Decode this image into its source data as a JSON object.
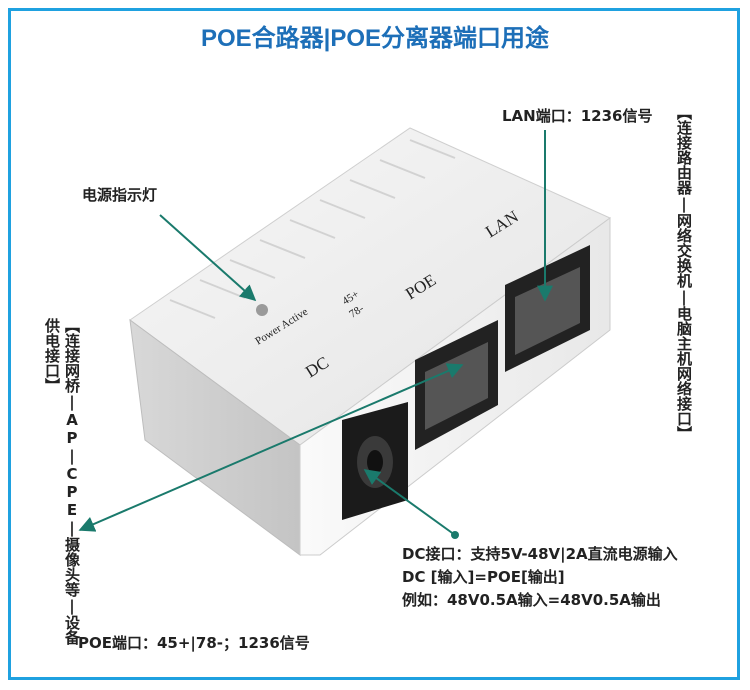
{
  "title": "POE合路器|POE分离器端口用途",
  "labels": {
    "power_led": "电源指示灯",
    "lan_port": "LAN端口：1236信号",
    "poe_port": "POE端口：45+|78-；1236信号",
    "dc_line1": "DC接口：支持5V-48V|2A直流电源输入",
    "dc_line2": "DC [输入]=POE[输出]",
    "dc_line3": "例如：48V0.5A输入=48V0.5A输出"
  },
  "vertical": {
    "right": "【连接路由器|网络交换机|电脑主机网络接口】",
    "left": "【连接网桥|AP|CPE|摄像头等|设备供电接口】"
  },
  "device_print": {
    "power_active": "Power Active",
    "pin_top": "45+",
    "pin_bottom": "78-",
    "dc": "DC",
    "poe": "POE",
    "lan": "LAN"
  },
  "colors": {
    "accent": "#1fa1e0",
    "title": "#1d6fb8",
    "arrow": "#1a7a6c"
  }
}
